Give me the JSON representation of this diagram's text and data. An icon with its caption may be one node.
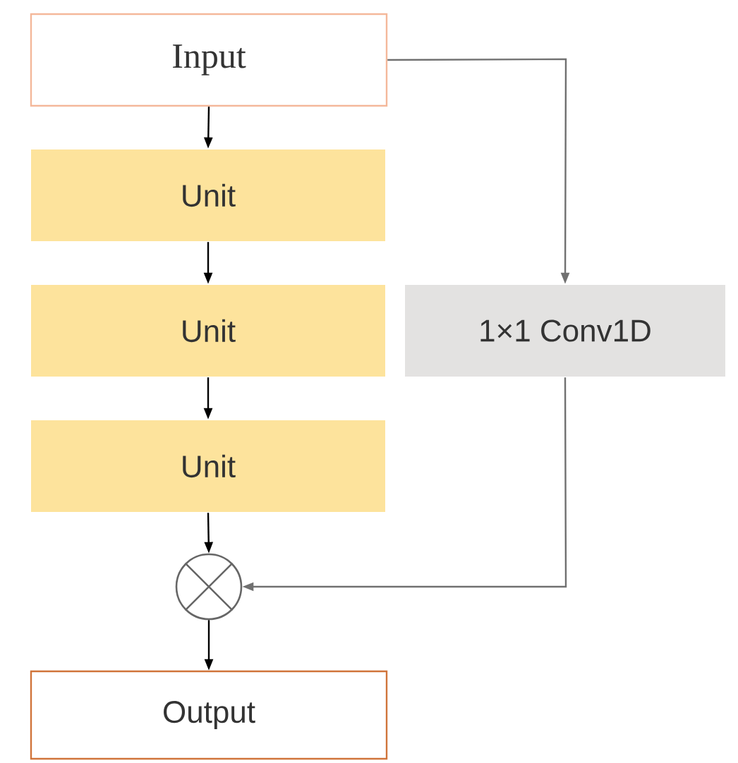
{
  "diagram": {
    "nodes": [
      {
        "text": [
          "Input"
        ]
      },
      {
        "text": [
          "Unit"
        ]
      },
      {
        "text": [
          "Unit"
        ]
      },
      {
        "text": [
          "Unit"
        ]
      },
      {
        "text": [
          "1×1 Conv1D"
        ]
      },
      {
        "text": [],
        "shape": "circle"
      },
      {
        "text": [
          "Output"
        ]
      }
    ],
    "edges": [
      {
        "from": 0,
        "to": 1,
        "arrow": "to"
      },
      {
        "from": 1,
        "to": 2,
        "arrow": "to"
      },
      {
        "from": 2,
        "to": 3,
        "arrow": "to"
      },
      {
        "from": 3,
        "to": 5,
        "arrow": "to"
      },
      {
        "from": 5,
        "to": 6,
        "arrow": "to"
      },
      {
        "from": 0,
        "to": 4,
        "arrow": "to",
        "color": "#707070"
      },
      {
        "from": 4,
        "to": 5,
        "arrow": "to",
        "color": "#707070"
      }
    ]
  }
}
